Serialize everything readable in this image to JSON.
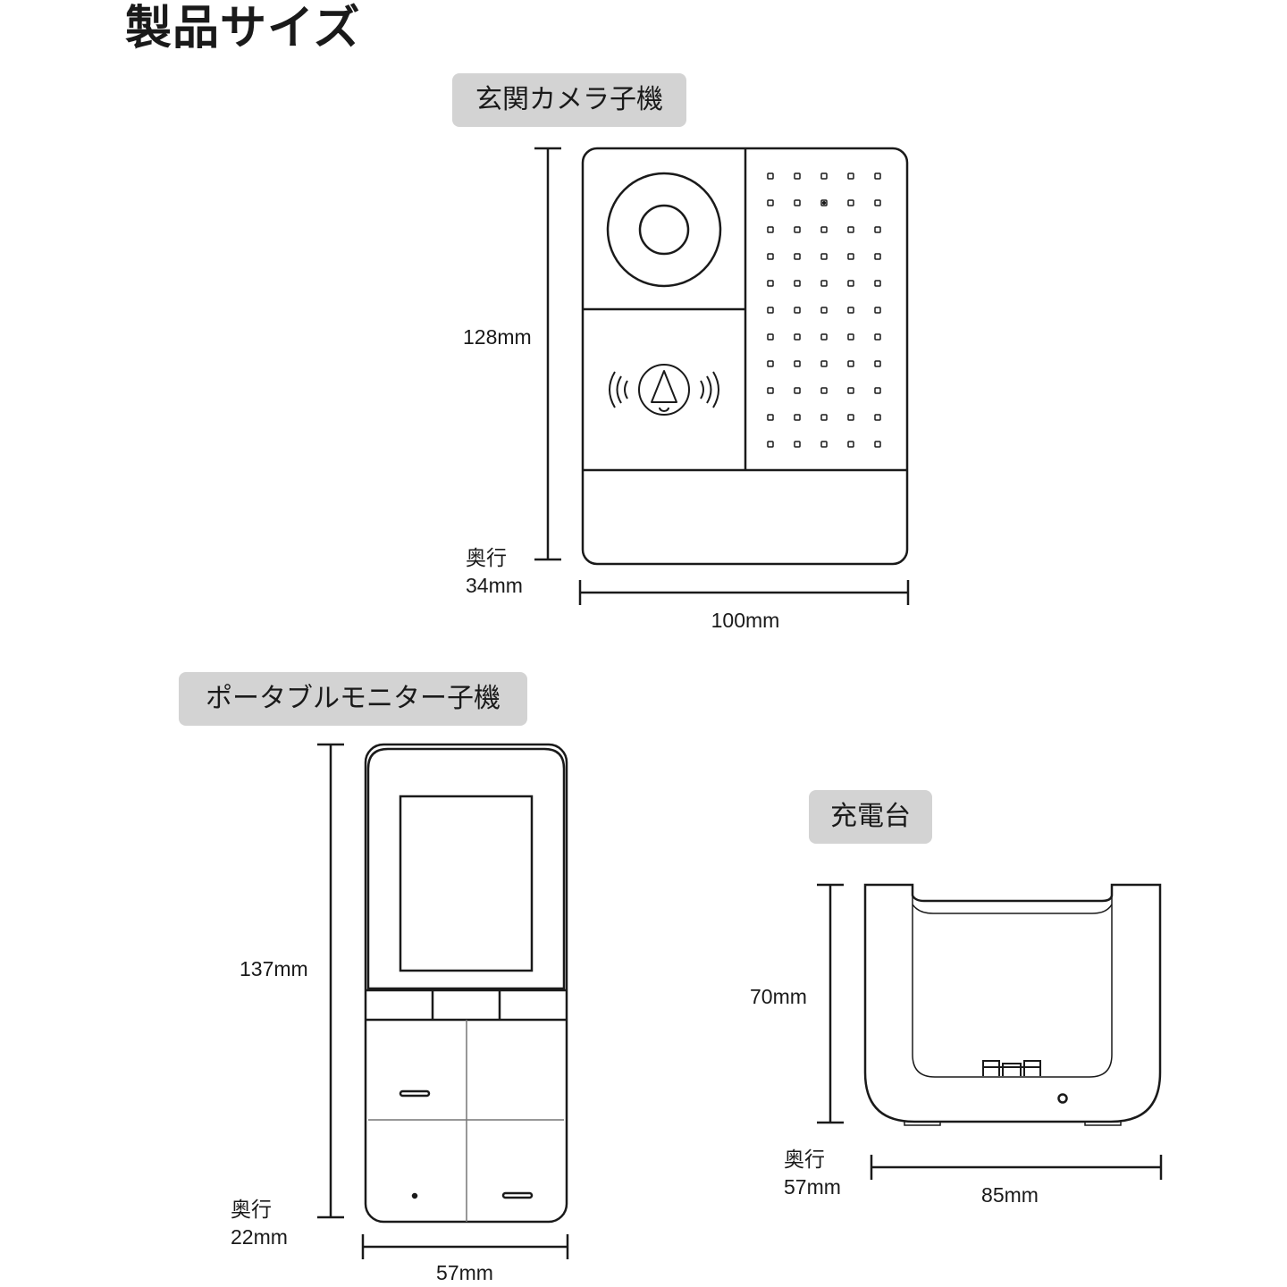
{
  "title": "製品サイズ",
  "camera": {
    "label": "玄関カメラ子機",
    "height": "128mm",
    "depth_label": "奥行",
    "depth": "34mm",
    "width": "100mm"
  },
  "monitor": {
    "label": "ポータブルモニター子機",
    "height": "137mm",
    "depth_label": "奥行",
    "depth": "22mm",
    "width": "57mm"
  },
  "charger": {
    "label": "充電台",
    "height": "70mm",
    "depth_label": "奥行",
    "depth": "57mm",
    "width": "85mm"
  }
}
